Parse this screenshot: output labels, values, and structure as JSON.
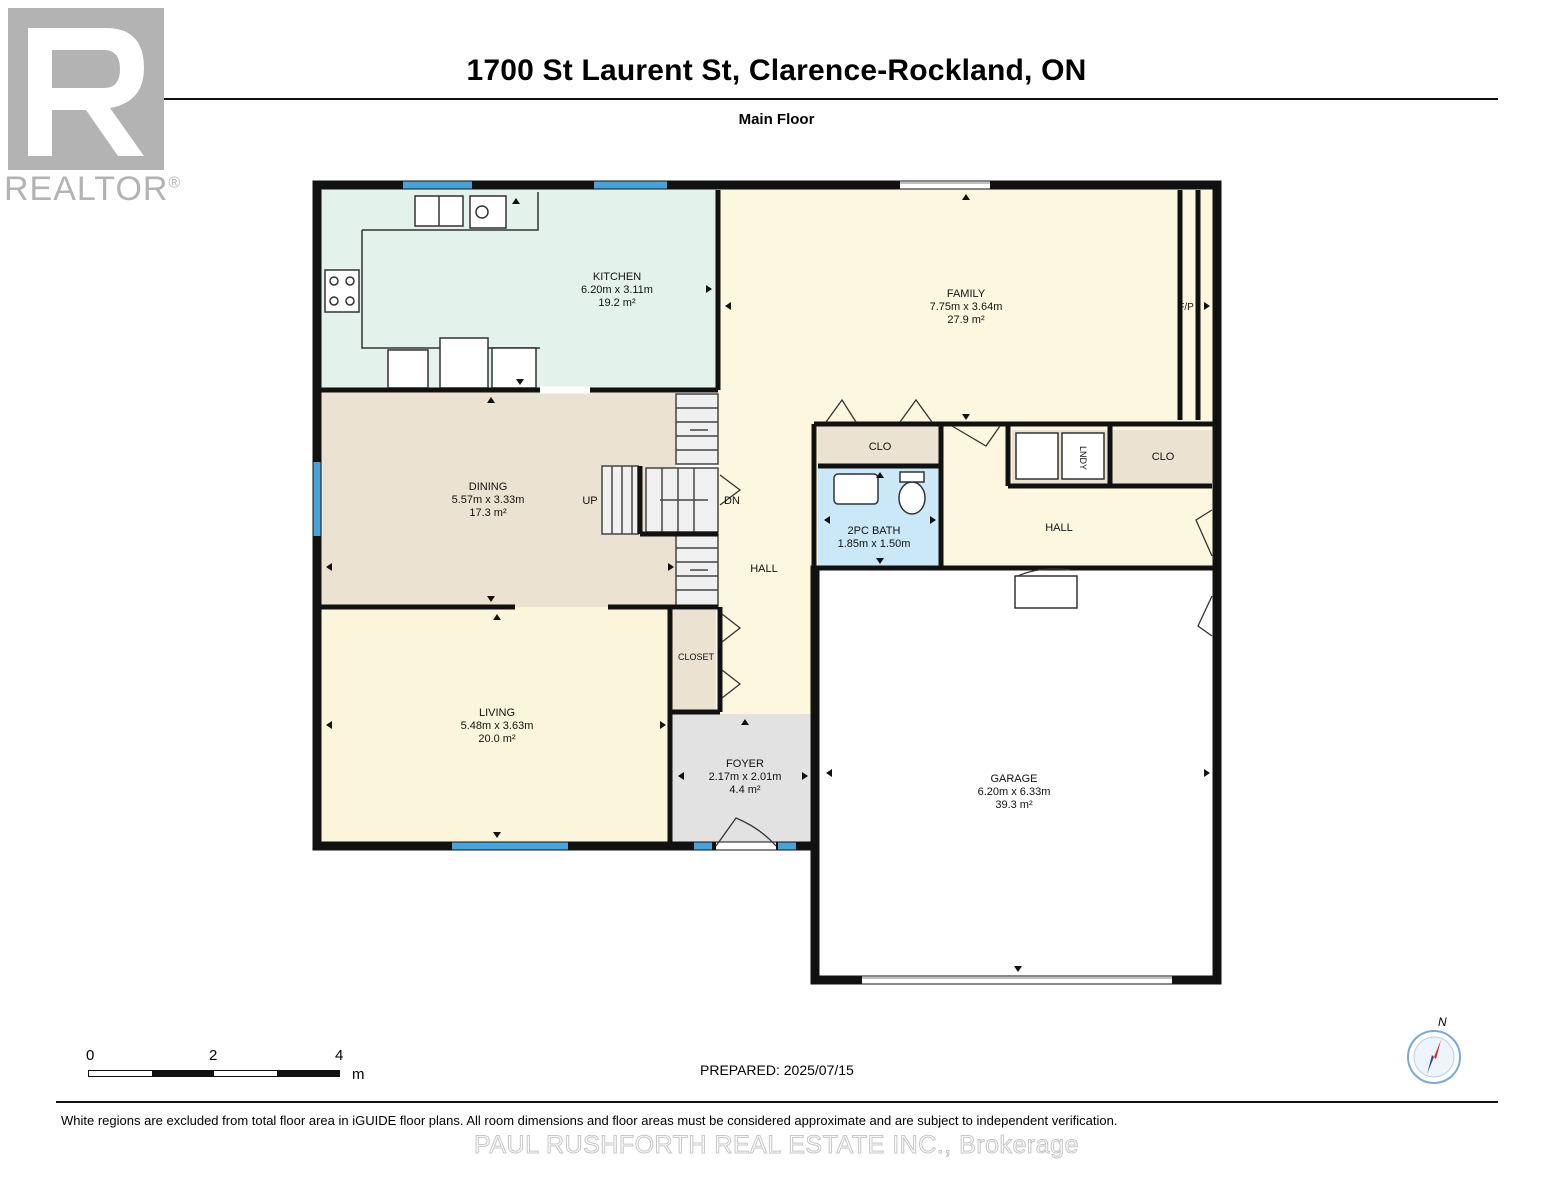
{
  "header": {
    "title": "1700 St Laurent St, Clarence-Rockland, ON",
    "subtitle": "Main Floor"
  },
  "logo": {
    "text": "REALTOR",
    "mark": "®",
    "icon": "realtor-r-logo-icon"
  },
  "rooms": {
    "kitchen": {
      "name": "KITCHEN",
      "dims": "6.20m x 3.11m",
      "area": "19.2 m²",
      "color": "#e3f2ea"
    },
    "family": {
      "name": "FAMILY",
      "dims": "7.75m x 3.64m",
      "area": "27.9 m²",
      "color": "#fdf7df"
    },
    "dining": {
      "name": "DINING",
      "dims": "5.57m x 3.33m",
      "area": "17.3 m²",
      "color": "#ece2d2"
    },
    "living": {
      "name": "LIVING",
      "dims": "5.48m x 3.63m",
      "area": "20.0 m²",
      "color": "#fbf6db"
    },
    "foyer": {
      "name": "FOYER",
      "dims": "2.17m x 2.01m",
      "area": "4.4 m²",
      "color": "#e2e2e2"
    },
    "garage": {
      "name": "GARAGE",
      "dims": "6.20m x 6.33m",
      "area": "39.3 m²",
      "color": "#ffffff"
    },
    "bath": {
      "name": "2PC BATH",
      "dims": "1.85m x 1.50m",
      "color": "#cbe8f8"
    },
    "hall_main": {
      "name": "HALL",
      "color": "#fdf7df"
    },
    "hall_right": {
      "name": "HALL",
      "color": "#fdf7df"
    },
    "clo_left": {
      "name": "CLO"
    },
    "clo_right": {
      "name": "CLO"
    },
    "closet": {
      "name": "CLOSET"
    },
    "laundry": {
      "name": "LNDY"
    }
  },
  "stairs": {
    "up": "UP",
    "down": "DN"
  },
  "fireplace": {
    "label": "F/P"
  },
  "scale": {
    "ticks": [
      "0",
      "2",
      "4"
    ],
    "unit": "m"
  },
  "compass": {
    "label": "N",
    "icon": "north-compass-icon"
  },
  "footer": {
    "prepared": "PREPARED: 2025/07/15",
    "disclaimer": "White regions are excluded from total floor area in iGUIDE floor plans. All room dimensions and floor areas must be considered approximate and are subject to independent verification.",
    "brokerage": "PAUL RUSHFORTH REAL ESTATE INC., Brokerage"
  },
  "colors": {
    "wall": "#111111",
    "window": "#4aa3d8",
    "watermark": "#b3b3b3"
  }
}
